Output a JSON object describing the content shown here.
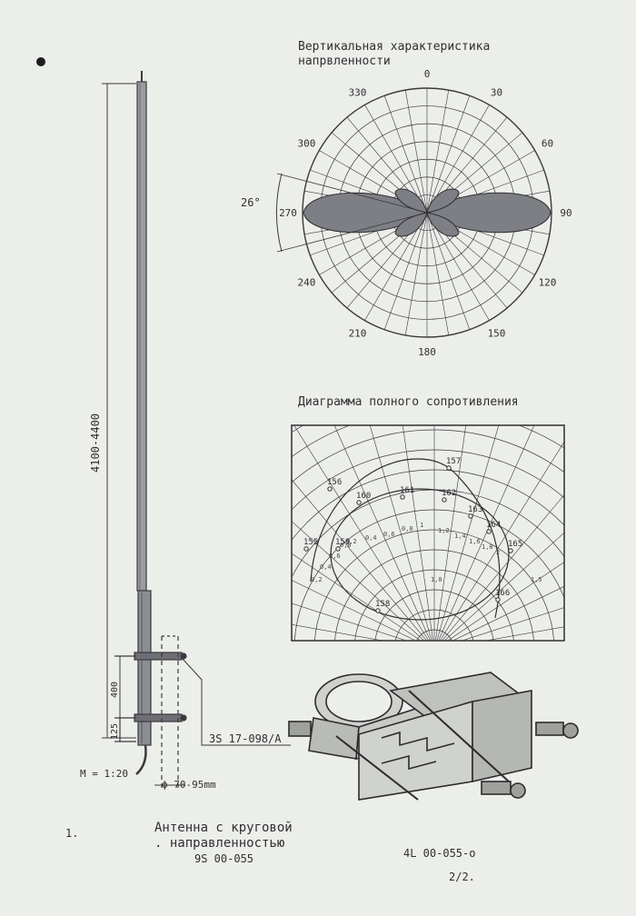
{
  "polar_title_line1": "Вертикальная характеристика",
  "polar_title_line2": "напрвленности",
  "polar_angles": [
    "0",
    "30",
    "60",
    "90",
    "120",
    "150",
    "180",
    "210",
    "240",
    "270",
    "300",
    "330"
  ],
  "beam_angle_label": "26°",
  "smith_title": "Диаграмма полного сопротивления",
  "smith_points": [
    "155",
    "156",
    "157",
    "158",
    "159",
    "160",
    "161",
    "162",
    "163",
    "164",
    "165",
    "166"
  ],
  "smith_scale_labels": [
    "0,2",
    "0,4",
    "0,6",
    "0,8",
    "1",
    "1,2",
    "1,4",
    "1,6",
    "1,8",
    "2",
    "0,2",
    "0,4",
    "0,6",
    "0,8",
    "1,0",
    "1,5"
  ],
  "dim_length": "4100-4400",
  "dim_bracket_spacing": "400",
  "dim_bottom": "125",
  "scale_label": "M = 1:20",
  "mast_diameter": "ϕ 70-95mm",
  "part_number_clamp": "3S 17-098/A",
  "page_marker": "1.",
  "caption_line1": "Антенна с круговой",
  "caption_line2": ". направленностью",
  "caption_code": "9S 00-055",
  "doc_number": "4L 00-055-o",
  "sheet": "2/2."
}
